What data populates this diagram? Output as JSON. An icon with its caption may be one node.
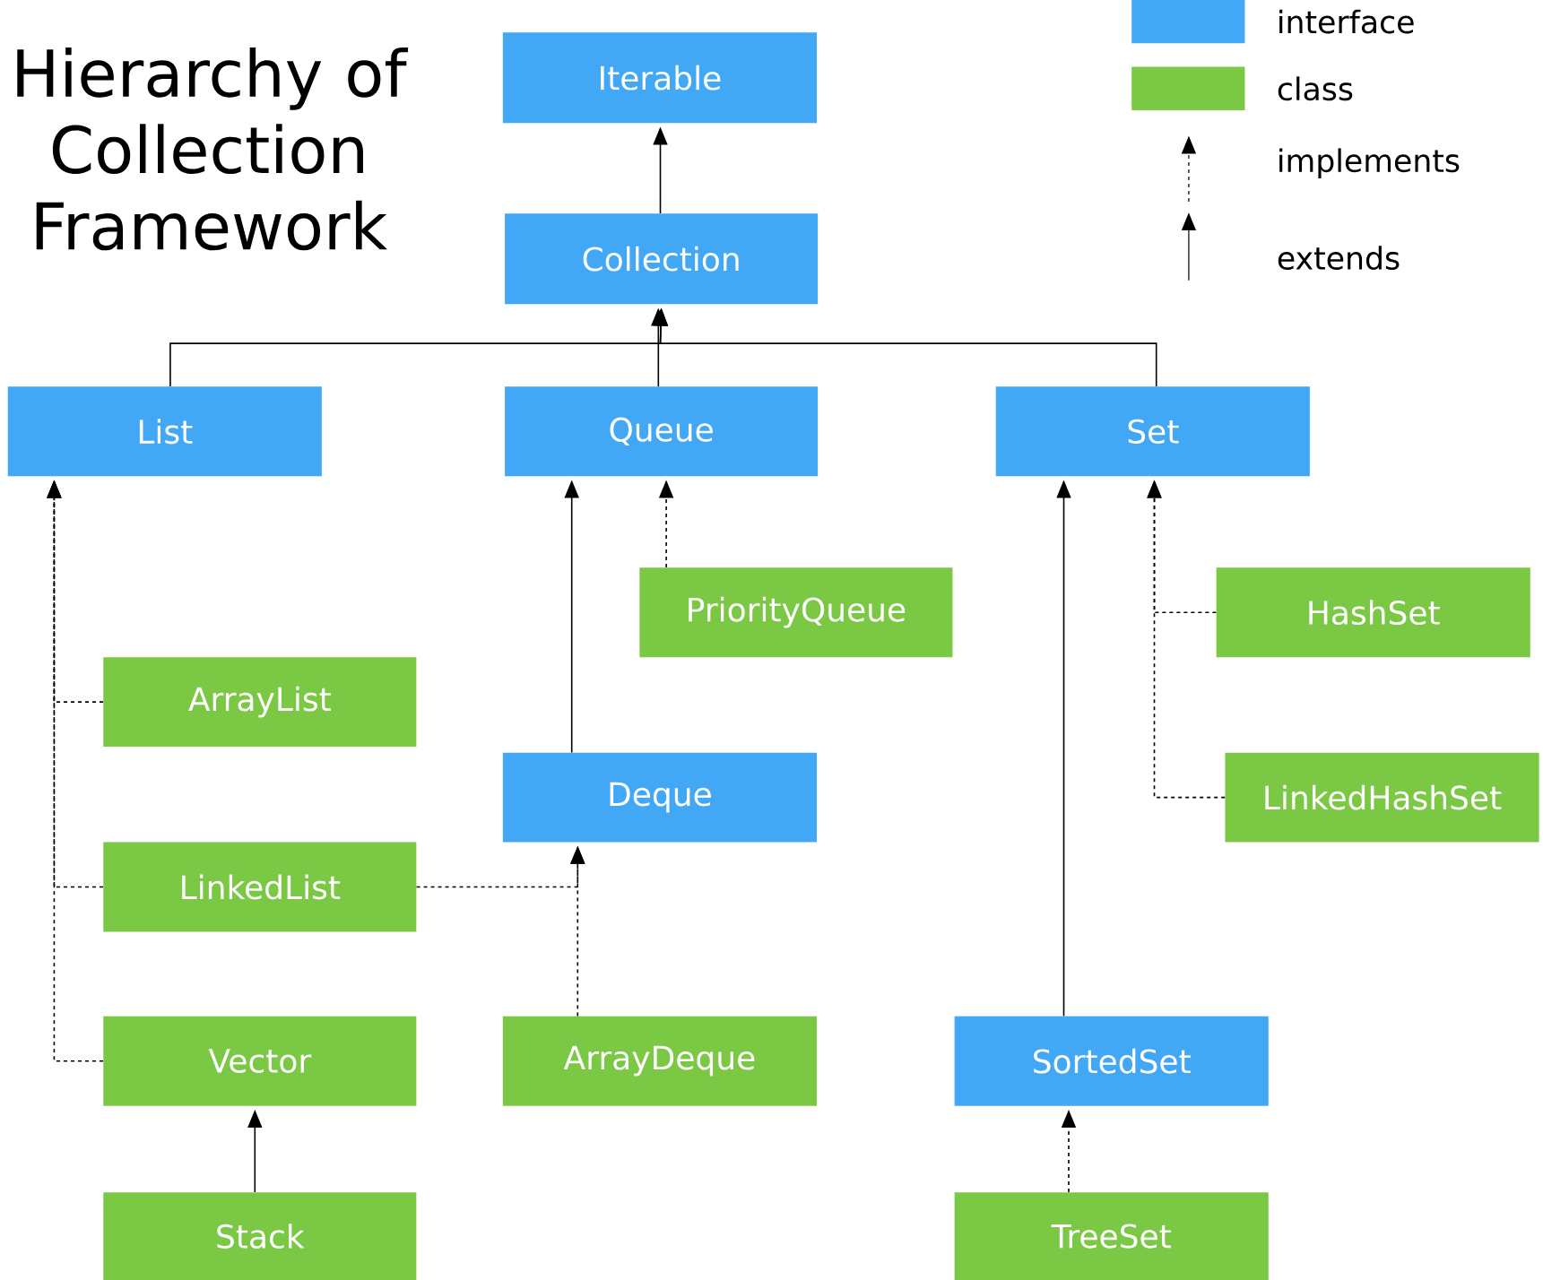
{
  "diagram": {
    "title": "Hierarchy of Collection Framework",
    "nodes": [
      {
        "text": [
          "Iterable"
        ]
      },
      {
        "text": [
          "Collection"
        ]
      },
      {
        "text": [
          "List"
        ]
      },
      {
        "text": [
          "Queue"
        ]
      },
      {
        "text": [
          "Set"
        ]
      },
      {
        "text": [
          "PriorityQueue"
        ]
      },
      {
        "text": [
          "HashSet"
        ]
      },
      {
        "text": [
          "ArrayList"
        ]
      },
      {
        "text": [
          "Deque"
        ]
      },
      {
        "text": [
          "LinkedHashSet"
        ]
      },
      {
        "text": [
          "LinkedList"
        ]
      },
      {
        "text": [
          "Vector"
        ]
      },
      {
        "text": [
          "ArrayDeque"
        ]
      },
      {
        "text": [
          "SortedSet"
        ]
      },
      {
        "text": [
          "Stack"
        ]
      },
      {
        "text": [
          "TreeSet"
        ]
      }
    ],
    "edges": [
      {
        "from": 1,
        "to": 0,
        "arrow": "to"
      },
      {
        "from": 2,
        "to": 1,
        "arrow": "to"
      },
      {
        "from": 3,
        "to": 1,
        "arrow": "to"
      },
      {
        "from": 4,
        "to": 1,
        "arrow": "to"
      },
      {
        "from": 7,
        "to": 2,
        "arrow": "to",
        "style": "dashed"
      },
      {
        "from": 10,
        "to": 2,
        "arrow": "to",
        "style": "dashed"
      },
      {
        "from": 11,
        "to": 2,
        "arrow": "to",
        "style": "dashed"
      },
      {
        "from": 8,
        "to": 3,
        "arrow": "to"
      },
      {
        "from": 5,
        "to": 3,
        "arrow": "to",
        "style": "dashed"
      },
      {
        "from": 10,
        "to": 8,
        "arrow": "to",
        "style": "dashed"
      },
      {
        "from": 12,
        "to": 8,
        "arrow": "to",
        "style": "dashed"
      },
      {
        "from": 14,
        "to": 11,
        "arrow": "to"
      },
      {
        "from": 13,
        "to": 4,
        "arrow": "to"
      },
      {
        "from": 6,
        "to": 4,
        "arrow": "to",
        "style": "dashed"
      },
      {
        "from": 9,
        "to": 4,
        "arrow": "to",
        "style": "dashed"
      },
      {
        "from": 15,
        "to": 13,
        "arrow": "to",
        "style": "dashed"
      }
    ],
    "legend": [
      {
        "text": "interface",
        "color": "#42a7f5"
      },
      {
        "text": "class",
        "color": "#7bc845"
      },
      {
        "text": "implements"
      },
      {
        "text": "extends"
      }
    ]
  }
}
